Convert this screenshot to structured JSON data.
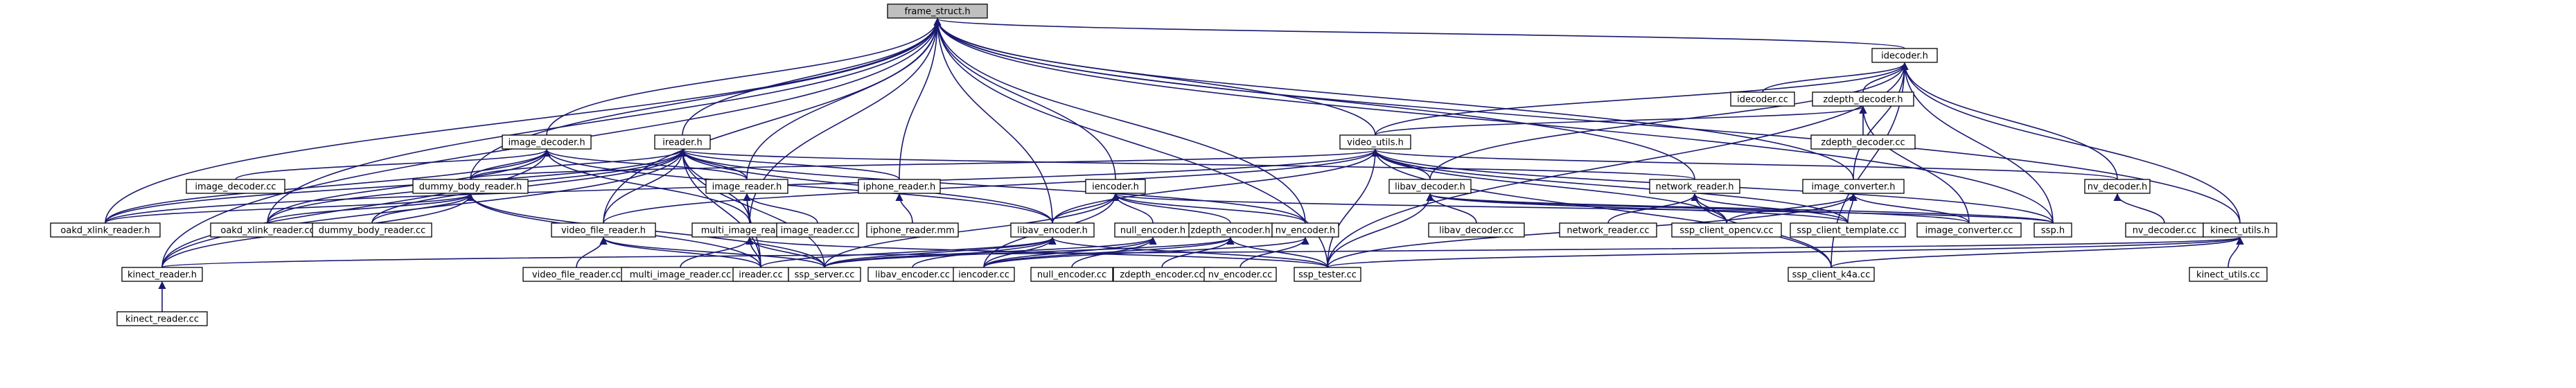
{
  "graph": {
    "root": "frame_struct.h",
    "nodes": [
      {
        "id": "frame_struct",
        "label": "frame_struct.h"
      },
      {
        "id": "idecoder",
        "label": "idecoder.h"
      },
      {
        "id": "idecoder_cc",
        "label": "idecoder.cc"
      },
      {
        "id": "zdepth_decoder",
        "label": "zdepth_decoder.h"
      },
      {
        "id": "zdepth_decoder_cc",
        "label": "zdepth_decoder.cc"
      },
      {
        "id": "image_decoder",
        "label": "image_decoder.h"
      },
      {
        "id": "ireader",
        "label": "ireader.h"
      },
      {
        "id": "video_utils",
        "label": "video_utils.h"
      },
      {
        "id": "image_decoder_cc",
        "label": "image_decoder.cc"
      },
      {
        "id": "dummy_body_reader",
        "label": "dummy_body_reader.h"
      },
      {
        "id": "image_reader",
        "label": "image_reader.h"
      },
      {
        "id": "iphone_reader",
        "label": "iphone_reader.h"
      },
      {
        "id": "iencoder",
        "label": "iencoder.h"
      },
      {
        "id": "libav_decoder",
        "label": "libav_decoder.h"
      },
      {
        "id": "network_reader",
        "label": "network_reader.h"
      },
      {
        "id": "image_converter",
        "label": "image_converter.h"
      },
      {
        "id": "nv_decoder",
        "label": "nv_decoder.h"
      },
      {
        "id": "oakd_xlink_reader_h",
        "label": "oakd_xlink_reader.h"
      },
      {
        "id": "oakd_xlink_reader_cc",
        "label": "oakd_xlink_reader.cc"
      },
      {
        "id": "dummy_body_reader_cc",
        "label": "dummy_body_reader.cc"
      },
      {
        "id": "video_file_reader",
        "label": "video_file_reader.h"
      },
      {
        "id": "multi_image_reader",
        "label": "multi_image_reader.h"
      },
      {
        "id": "image_reader_cc",
        "label": "image_reader.cc"
      },
      {
        "id": "iphone_reader_mm",
        "label": "iphone_reader.mm"
      },
      {
        "id": "libav_encoder",
        "label": "libav_encoder.h"
      },
      {
        "id": "null_encoder",
        "label": "null_encoder.h"
      },
      {
        "id": "zdepth_encoder",
        "label": "zdepth_encoder.h"
      },
      {
        "id": "nv_encoder",
        "label": "nv_encoder.h"
      },
      {
        "id": "libav_decoder_cc",
        "label": "libav_decoder.cc"
      },
      {
        "id": "network_reader_cc",
        "label": "network_reader.cc"
      },
      {
        "id": "ssp_client_opencv",
        "label": "ssp_client_opencv.cc"
      },
      {
        "id": "ssp_client_template",
        "label": "ssp_client_template.cc"
      },
      {
        "id": "image_converter_cc",
        "label": "image_converter.cc"
      },
      {
        "id": "ssp_h",
        "label": "ssp.h"
      },
      {
        "id": "nv_decoder_cc",
        "label": "nv_decoder.cc"
      },
      {
        "id": "kinect_utils",
        "label": "kinect_utils.h"
      },
      {
        "id": "kinect_reader",
        "label": "kinect_reader.h"
      },
      {
        "id": "kinect_reader_cc",
        "label": "kinect_reader.cc"
      },
      {
        "id": "video_file_reader_cc",
        "label": "video_file_reader.cc"
      },
      {
        "id": "multi_image_reader_cc",
        "label": "multi_image_reader.cc"
      },
      {
        "id": "ireader_cc",
        "label": "ireader.cc"
      },
      {
        "id": "ssp_server",
        "label": "ssp_server.cc"
      },
      {
        "id": "libav_encoder_cc",
        "label": "libav_encoder.cc"
      },
      {
        "id": "iencoder_cc",
        "label": "iencoder.cc"
      },
      {
        "id": "null_encoder_cc",
        "label": "null_encoder.cc"
      },
      {
        "id": "zdepth_encoder_cc",
        "label": "zdepth_encoder.cc"
      },
      {
        "id": "nv_encoder_cc",
        "label": "nv_encoder.cc"
      },
      {
        "id": "ssp_tester",
        "label": "ssp_tester.cc"
      },
      {
        "id": "ssp_client_k4a",
        "label": "ssp_client_k4a.cc"
      },
      {
        "id": "kinect_utils_cc",
        "label": "kinect_utils.cc"
      }
    ],
    "edges": [
      [
        "idecoder",
        "frame_struct"
      ],
      [
        "image_decoder",
        "frame_struct"
      ],
      [
        "ireader",
        "frame_struct"
      ],
      [
        "video_utils",
        "frame_struct"
      ],
      [
        "dummy_body_reader",
        "frame_struct"
      ],
      [
        "image_reader",
        "frame_struct"
      ],
      [
        "iphone_reader",
        "frame_struct"
      ],
      [
        "iencoder",
        "frame_struct"
      ],
      [
        "network_reader",
        "frame_struct"
      ],
      [
        "image_converter",
        "frame_struct"
      ],
      [
        "ssp_h",
        "frame_struct"
      ],
      [
        "kinect_utils",
        "frame_struct"
      ],
      [
        "oakd_xlink_reader_h",
        "frame_struct"
      ],
      [
        "oakd_xlink_reader_cc",
        "frame_struct"
      ],
      [
        "video_file_reader",
        "frame_struct"
      ],
      [
        "libav_encoder",
        "frame_struct"
      ],
      [
        "nv_encoder",
        "frame_struct"
      ],
      [
        "kinect_reader",
        "frame_struct"
      ],
      [
        "ssp_tester",
        "frame_struct"
      ],
      [
        "multi_image_reader",
        "frame_struct"
      ],
      [
        "idecoder_cc",
        "idecoder"
      ],
      [
        "zdepth_decoder",
        "idecoder"
      ],
      [
        "video_utils",
        "idecoder"
      ],
      [
        "libav_decoder",
        "idecoder"
      ],
      [
        "nv_decoder",
        "idecoder"
      ],
      [
        "image_converter",
        "idecoder"
      ],
      [
        "ssp_h",
        "idecoder"
      ],
      [
        "kinect_utils",
        "idecoder"
      ],
      [
        "ssp_tester",
        "idecoder"
      ],
      [
        "ssp_client_k4a",
        "idecoder"
      ],
      [
        "zdepth_decoder_cc",
        "zdepth_decoder"
      ],
      [
        "video_utils",
        "zdepth_decoder"
      ],
      [
        "image_converter_cc",
        "zdepth_decoder"
      ],
      [
        "image_decoder_cc",
        "image_decoder"
      ],
      [
        "dummy_body_reader",
        "image_decoder"
      ],
      [
        "image_reader",
        "image_decoder"
      ],
      [
        "oakd_xlink_reader_h",
        "image_decoder"
      ],
      [
        "multi_image_reader",
        "image_decoder"
      ],
      [
        "libav_encoder",
        "image_decoder"
      ],
      [
        "kinect_reader",
        "image_decoder"
      ],
      [
        "oakd_xlink_reader_cc",
        "image_decoder"
      ],
      [
        "dummy_body_reader",
        "ireader"
      ],
      [
        "image_reader",
        "ireader"
      ],
      [
        "iphone_reader",
        "ireader"
      ],
      [
        "network_reader",
        "ireader"
      ],
      [
        "oakd_xlink_reader_h",
        "ireader"
      ],
      [
        "video_file_reader",
        "ireader"
      ],
      [
        "multi_image_reader",
        "ireader"
      ],
      [
        "ireader_cc",
        "ireader"
      ],
      [
        "kinect_reader",
        "ireader"
      ],
      [
        "oakd_xlink_reader_cc",
        "ireader"
      ],
      [
        "dummy_body_reader_cc",
        "ireader"
      ],
      [
        "libav_encoder",
        "ireader"
      ],
      [
        "nv_encoder",
        "ireader"
      ],
      [
        "ssp_server",
        "ireader"
      ],
      [
        "dummy_body_reader",
        "video_utils"
      ],
      [
        "libav_decoder",
        "video_utils"
      ],
      [
        "nv_decoder",
        "video_utils"
      ],
      [
        "oakd_xlink_reader_h",
        "video_utils"
      ],
      [
        "video_file_reader",
        "video_utils"
      ],
      [
        "libav_encoder",
        "video_utils"
      ],
      [
        "ssp_tester",
        "video_utils"
      ],
      [
        "ssp_client_opencv",
        "video_utils"
      ],
      [
        "ssp_client_template",
        "video_utils"
      ],
      [
        "ssp_h",
        "video_utils"
      ],
      [
        "ssp_client_k4a",
        "video_utils"
      ],
      [
        "oakd_xlink_reader_h",
        "dummy_body_reader"
      ],
      [
        "oakd_xlink_reader_cc",
        "dummy_body_reader"
      ],
      [
        "dummy_body_reader_cc",
        "dummy_body_reader"
      ],
      [
        "kinect_reader",
        "dummy_body_reader"
      ],
      [
        "ireader_cc",
        "dummy_body_reader"
      ],
      [
        "ssp_server",
        "dummy_body_reader"
      ],
      [
        "image_reader_cc",
        "image_reader"
      ],
      [
        "multi_image_reader",
        "image_reader"
      ],
      [
        "ireader_cc",
        "image_reader"
      ],
      [
        "iphone_reader_mm",
        "iphone_reader"
      ],
      [
        "libav_encoder",
        "iencoder"
      ],
      [
        "null_encoder",
        "iencoder"
      ],
      [
        "zdepth_encoder",
        "iencoder"
      ],
      [
        "nv_encoder",
        "iencoder"
      ],
      [
        "iencoder_cc",
        "iencoder"
      ],
      [
        "ssp_h",
        "iencoder"
      ],
      [
        "ssp_server",
        "iencoder"
      ],
      [
        "libav_decoder_cc",
        "libav_decoder"
      ],
      [
        "ssp_tester",
        "libav_decoder"
      ],
      [
        "image_converter_cc",
        "libav_decoder"
      ],
      [
        "ssp_client_template",
        "libav_decoder"
      ],
      [
        "ssp_h",
        "libav_decoder"
      ],
      [
        "network_reader_cc",
        "network_reader"
      ],
      [
        "ssp_client_opencv",
        "network_reader"
      ],
      [
        "ssp_client_template",
        "network_reader"
      ],
      [
        "ssp_client_k4a",
        "network_reader"
      ],
      [
        "image_converter_cc",
        "image_converter"
      ],
      [
        "ssp_client_opencv",
        "image_converter"
      ],
      [
        "ssp_client_template",
        "image_converter"
      ],
      [
        "ssp_tester",
        "image_converter"
      ],
      [
        "nv_decoder_cc",
        "nv_decoder"
      ],
      [
        "video_file_reader_cc",
        "video_file_reader"
      ],
      [
        "ireader_cc",
        "video_file_reader"
      ],
      [
        "ssp_server",
        "video_file_reader"
      ],
      [
        "multi_image_reader_cc",
        "multi_image_reader"
      ],
      [
        "ireader_cc",
        "multi_image_reader"
      ],
      [
        "ssp_server",
        "multi_image_reader"
      ],
      [
        "ssp_tester",
        "multi_image_reader"
      ],
      [
        "libav_encoder_cc",
        "libav_encoder"
      ],
      [
        "iencoder_cc",
        "libav_encoder"
      ],
      [
        "ssp_server",
        "libav_encoder"
      ],
      [
        "ireader_cc",
        "libav_encoder"
      ],
      [
        "ssp_tester",
        "libav_encoder"
      ],
      [
        "null_encoder_cc",
        "null_encoder"
      ],
      [
        "iencoder_cc",
        "null_encoder"
      ],
      [
        "ssp_server",
        "null_encoder"
      ],
      [
        "zdepth_encoder_cc",
        "zdepth_encoder"
      ],
      [
        "iencoder_cc",
        "zdepth_encoder"
      ],
      [
        "ssp_server",
        "zdepth_encoder"
      ],
      [
        "ssp_tester",
        "zdepth_encoder"
      ],
      [
        "nv_encoder_cc",
        "nv_encoder"
      ],
      [
        "iencoder_cc",
        "nv_encoder"
      ],
      [
        "kinect_utils_cc",
        "kinect_utils"
      ],
      [
        "kinect_reader",
        "kinect_utils"
      ],
      [
        "ssp_client_k4a",
        "kinect_utils"
      ],
      [
        "ssp_tester",
        "kinect_utils"
      ],
      [
        "kinect_reader_cc",
        "kinect_reader"
      ]
    ]
  }
}
